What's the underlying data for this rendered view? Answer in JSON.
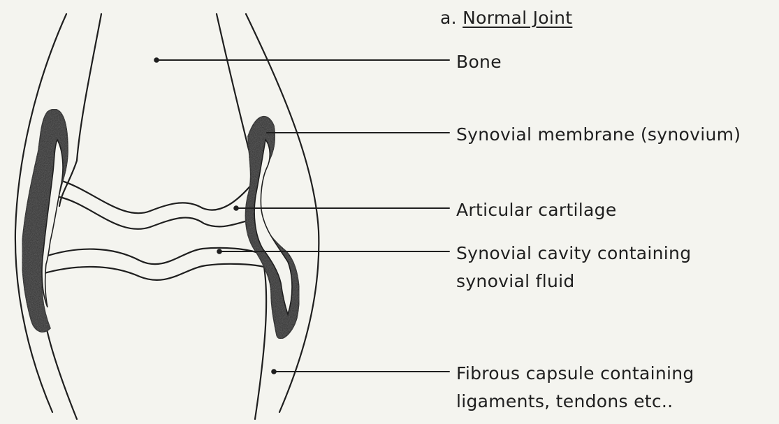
{
  "figure": {
    "prefix": "a.",
    "title": "Normal Joint"
  },
  "labels": {
    "bone": "Bone",
    "synovial_membrane": "Synovial membrane (synovium)",
    "articular_cartilage": "Articular  cartilage",
    "synovial_cavity_line1": "Synovial cavity containing",
    "synovial_cavity_line2": "synovial fluid",
    "fibrous_capsule_line1": "Fibrous capsule containing",
    "fibrous_capsule_line2": "ligaments, tendons etc.."
  },
  "colors": {
    "paper": "#f4f4ef",
    "ink": "#1f1f1f",
    "membrane_fill": "#3a3a3a"
  }
}
